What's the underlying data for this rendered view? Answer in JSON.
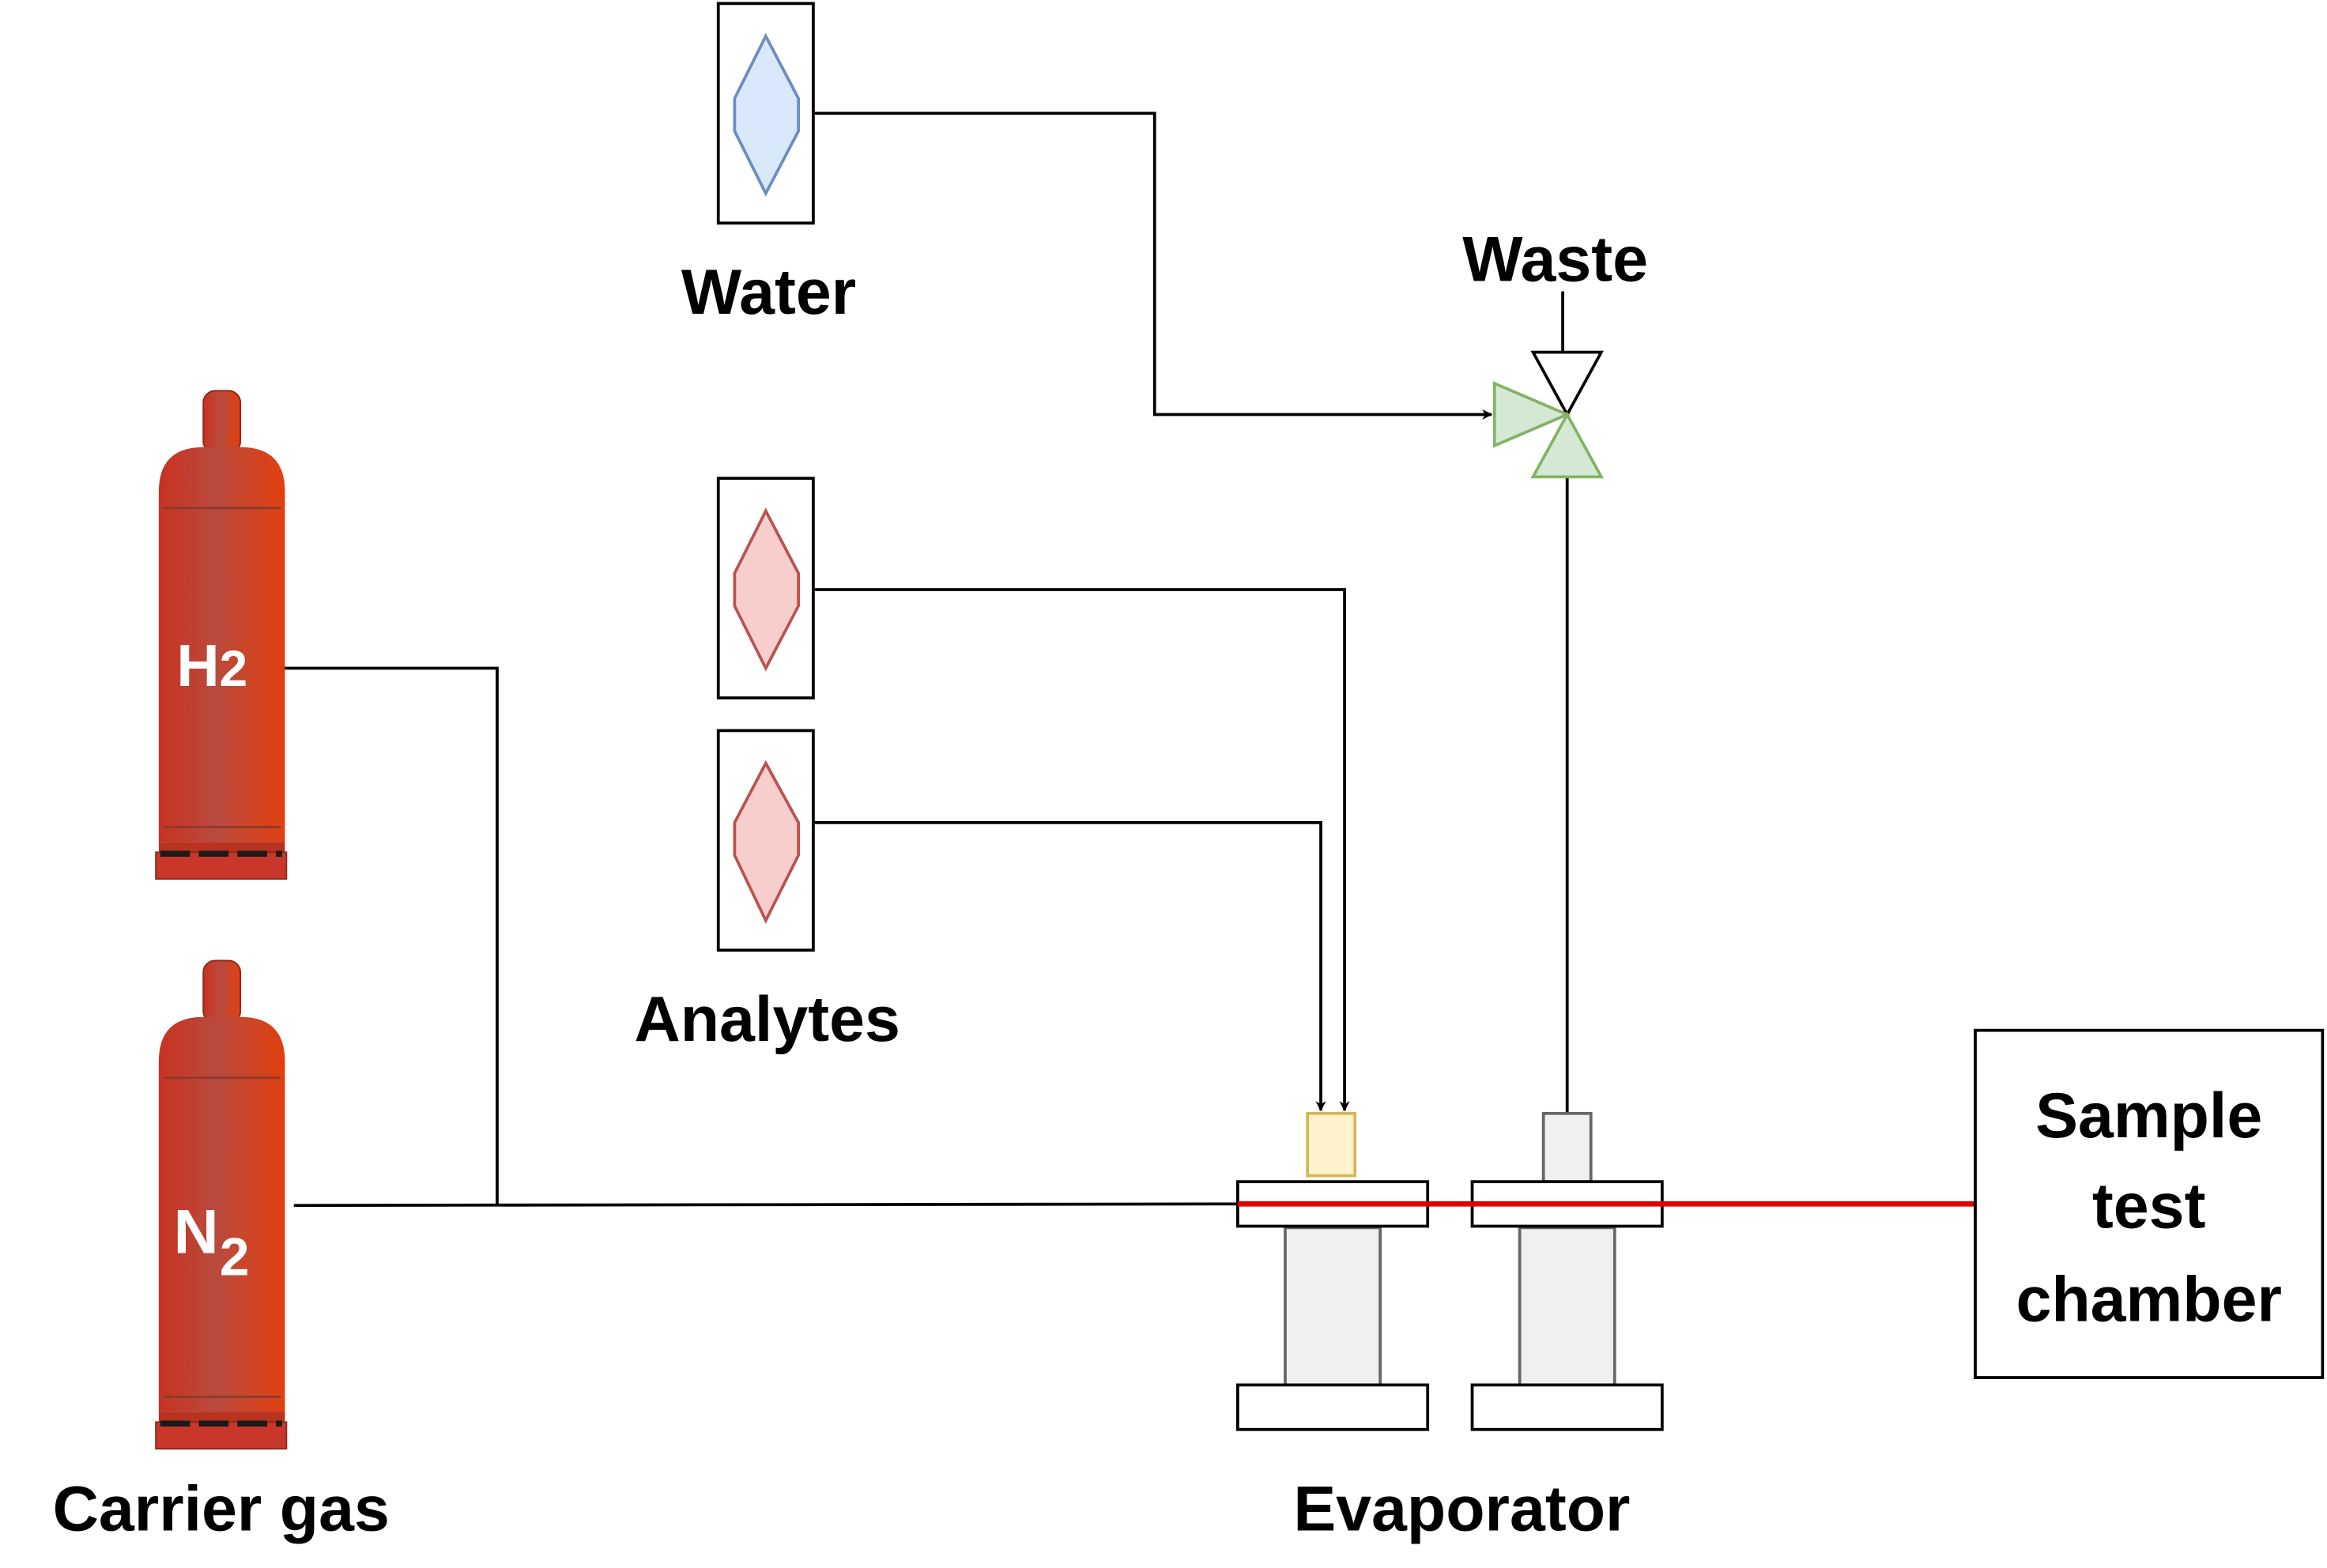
{
  "labels": {
    "water": "Water",
    "waste": "Waste",
    "analytes": "Analytes",
    "carrier_gas": "Carrier gas",
    "evaporator": "Evaporator",
    "chamber_line1": "Sample",
    "chamber_line2": "test",
    "chamber_line3": "chamber"
  },
  "cylinders": {
    "top": {
      "symbol": "H",
      "subscript": "2"
    },
    "bottom": {
      "symbol": "N",
      "subscript": "2"
    }
  },
  "colors": {
    "cylinder_body": "#cc3a22",
    "cylinder_highlight": "#b84a3c",
    "water_fill": "#dae8fc",
    "water_stroke": "#6c8ebf",
    "analyte_fill": "#f8cecc",
    "analyte_stroke": "#b85450",
    "valve_fill": "#d5e8d4",
    "valve_stroke": "#82b366",
    "inlet_fill": "#fff2cc",
    "inlet_stroke": "#d6b656",
    "evaporator_fill": "#f0f0f0",
    "sample_line": "#e00000"
  },
  "icons": [
    "gas-cylinder-icon",
    "reservoir-diamond-icon",
    "three-way-valve-icon",
    "arrowhead-icon"
  ]
}
